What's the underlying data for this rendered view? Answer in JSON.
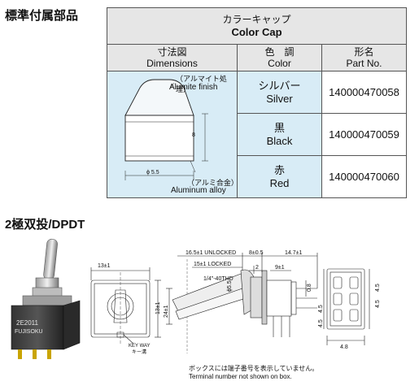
{
  "accessories_title": "標準付属部品",
  "table": {
    "header_jp": "カラーキャップ",
    "header_en": "Color Cap",
    "col_dim_jp": "寸法図",
    "col_dim_en": "Dimensions",
    "col_color_jp": "色　調",
    "col_color_en": "Color",
    "col_part_jp": "形名",
    "col_part_en": "Part No.",
    "rows": [
      {
        "color_jp": "シルバー",
        "color_en": "Silver",
        "part": "140000470058"
      },
      {
        "color_jp": "黒",
        "color_en": "Black",
        "part": "140000470059"
      },
      {
        "color_jp": "赤",
        "color_en": "Red",
        "part": "140000470060"
      }
    ],
    "note_top_jp": "（アルマイト処理）",
    "note_top_en": "Alumite finish",
    "note_bot_jp": "（アルミ合金）",
    "note_bot_en": "Aluminum alloy",
    "dim_height": "8",
    "dim_dia": "ϕ 5.5"
  },
  "dpdt_title": "2極双投/DPDT",
  "switch_label_1": "2E2011",
  "switch_label_2": "FUJISOKU",
  "drawing": {
    "dim_13_top": "13±1",
    "dim_13_side": "13±1",
    "key_way_en": "KEY WAY",
    "key_way_jp": "キー溝",
    "dim_unlocked": "16.5±1 UNLOCKED",
    "dim_locked": "15±1 LOCKED",
    "dim_thread": "1/4\"-40THD",
    "dim_8": "8±0.5",
    "dim_2": "2",
    "dim_9": "9±1",
    "dim_147": "14.7±1",
    "dim_24": "24±1",
    "dim_dia55": "ϕ5.5",
    "dim_08": "0.8",
    "dim_45a": "4.5",
    "dim_45b": "4.5",
    "dim_45c": "4.5",
    "dim_45d": "4.5",
    "dim_48": "4.8"
  },
  "footnote_jp": "ボックスには端子番号を表示していません。",
  "footnote_en": "Terminal number not shown on box."
}
